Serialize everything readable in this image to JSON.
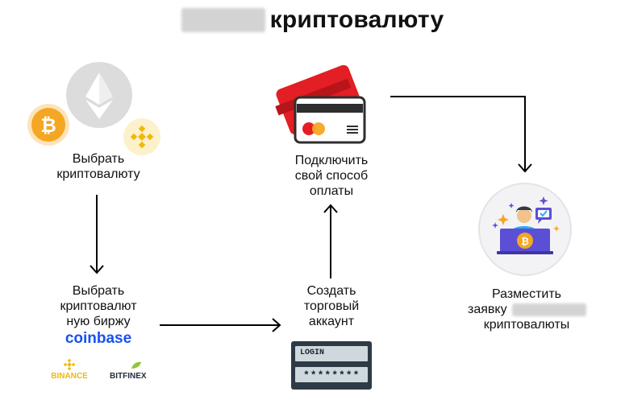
{
  "title": {
    "text": "криптовалюту"
  },
  "steps": {
    "choose_crypto": {
      "line1": "Выбрать",
      "line2": "криптовалюту"
    },
    "choose_exchange": {
      "line1": "Выбрать",
      "line2": "криптовалют",
      "line3": "ную биржу"
    },
    "create_account": {
      "line1": "Создать",
      "line2": "торговый",
      "line3": "аккаунт"
    },
    "connect_payment": {
      "line1": "Подключить",
      "line2": "свой способ",
      "line3": "оплаты"
    },
    "place_order": {
      "line1": "Разместить",
      "line2": "заявку",
      "line3": "криптовалюты"
    }
  },
  "exchanges": {
    "coinbase": "coinbase",
    "binance": "BINANCE",
    "bitfinex": "BITFINEX"
  },
  "login_panel": {
    "label": "LOGIN",
    "password": "********"
  },
  "colors": {
    "bitcoin": "#f5a623",
    "binance": "#f0b90b",
    "ethereum_bg": "#dcdcdc",
    "card_red": "#e31e24",
    "coinbase_blue": "#1652f0",
    "purple": "#5b4fd6"
  }
}
